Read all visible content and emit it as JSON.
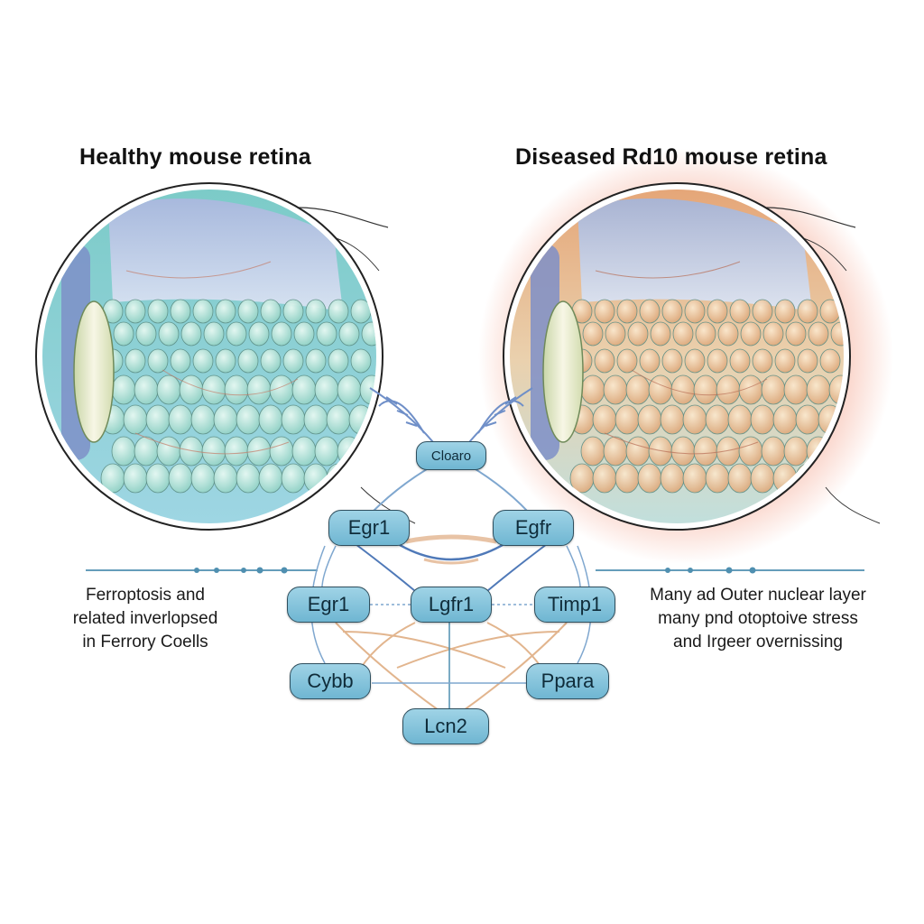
{
  "titles": {
    "left": "Healthy mouse retina",
    "right": "Diseased Rd10 mouse retina"
  },
  "captions": {
    "left": [
      "Ferroptosis and",
      "related inverlopsed",
      "in Ferrory Coells"
    ],
    "right": [
      "Many ad Outer nuclear layer",
      "many pnd otoptoive stress",
      "and Irgeer overnissing"
    ]
  },
  "genes": {
    "top": "Cloaro",
    "egr1_upper": "Egr1",
    "egfr": "Egfr",
    "egr1_lower": "Egr1",
    "lgfr1": "Lgfr1",
    "timp1": "Timp1",
    "cybb": "Cybb",
    "ppara": "Ppara",
    "lcn2": "Lcn2"
  },
  "colors": {
    "healthy_cells": "#a8e0d2",
    "diseased_cells": "#e8b07a",
    "node_fill": "#8ec9df",
    "stress_glow": "#f3a08a",
    "connector_blue": "#8ab4d8",
    "connector_orange": "#e2b58e"
  }
}
